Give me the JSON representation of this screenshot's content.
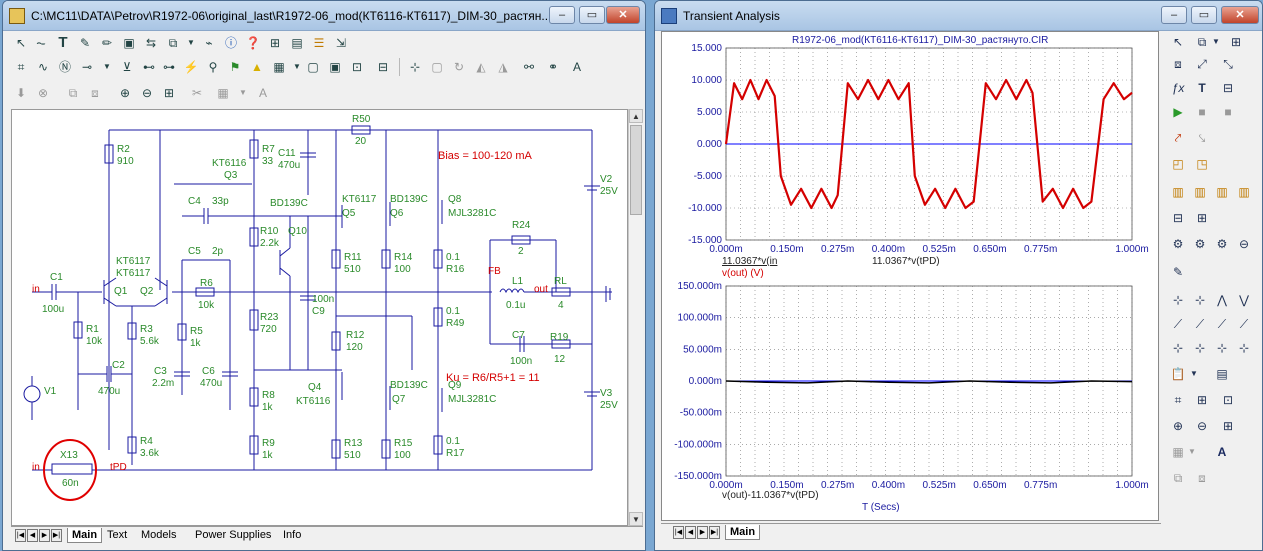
{
  "schematic_window": {
    "title": "C:\\MC11\\DATA\\Petrov\\R1972-06\\original_last\\R1972-06_mod(КТ6116-КТ6117)_DIM-30_растян...",
    "tabs": [
      "Main",
      "Text",
      "Models",
      "Power Supplies",
      "Info"
    ],
    "active_tab": "Main",
    "components": {
      "R2": "R2",
      "R2v": "910",
      "R7": "R7",
      "R7v": "33",
      "C11": "C11",
      "C11v": "470u",
      "R50": "R50",
      "R50v": "20",
      "KT6116a": "KT6116",
      "Q3": "Q3",
      "C4": "C4",
      "C4v": "33p",
      "BD139Ca": "BD139C",
      "KT6117a": "KT6117",
      "Q5": "Q5",
      "Q6": "Q6",
      "BD139Cb": "BD139C",
      "Q8": "Q8",
      "MJL3281Ca": "MJL3281C",
      "bias": "Bias = 100-120 mA",
      "V2": "V2",
      "V2v": "25V",
      "R10": "R10",
      "R10v": "2.2k",
      "Q10": "Q10",
      "C5": "C5",
      "C5v": "2p",
      "R24": "R24",
      "R24v": "2",
      "KT6117b": "KT6117",
      "KT6117c": "KT6117",
      "R11": "R11",
      "R11v": "510",
      "R14": "R14",
      "R14v": "100",
      "R16v": "0.1",
      "R16": "R16",
      "FB": "FB",
      "C1": "C1",
      "C1v": "100u",
      "in": "in",
      "Q1": "Q1",
      "Q2": "Q2",
      "R6": "R6",
      "R6v": "10k",
      "L1": "L1",
      "L1v": "0.1u",
      "out": "out",
      "RL": "RL",
      "RLv": "4",
      "R1": "R1",
      "R1v": "10k",
      "R3": "R3",
      "R3v": "5.6k",
      "R5": "R5",
      "R5v": "1k",
      "R23": "R23",
      "R23v": "720",
      "C9v": "100n",
      "C9": "C9",
      "R49v": "0.1",
      "R49": "R49",
      "R12": "R12",
      "R12v": "120",
      "C7": "C7",
      "C7v": "100n",
      "R19": "R19",
      "R19v": "12",
      "C2": "C2",
      "C2v": "470u",
      "C3": "C3",
      "C3v": "2.2m",
      "C6": "C6",
      "C6v": "470u",
      "V1": "V1",
      "Q4": "Q4",
      "KT6116b": "KT6116",
      "BD139Cc": "BD139C",
      "Q7": "Q7",
      "Q9": "Q9",
      "MJL3281Cb": "MJL3281C",
      "ku": "Ku = R6/R5+1 = 11",
      "V3": "V3",
      "V3v": "25V",
      "R8": "R8",
      "R8v": "1k",
      "R4": "R4",
      "R4v": "3.6k",
      "R9": "R9",
      "R9v": "1k",
      "R13": "R13",
      "R13v": "510",
      "R15": "R15",
      "R15v": "100",
      "R17v": "0.1",
      "R17": "R17",
      "X13": "X13",
      "X13v": "60n",
      "in2": "in",
      "tPD": "tPD"
    }
  },
  "transient_window": {
    "title": "Transient Analysis",
    "tabs": [
      "Main"
    ],
    "active_tab": "Main",
    "plot_title": "R1972-06_mod(КТ6116-КТ6117)_DIM-30_растянуто.CIR",
    "top_plot": {
      "y_ticks": [
        "15.000",
        "10.000",
        "5.000",
        "0.000",
        "-5.000",
        "-10.000",
        "-15.000"
      ],
      "x_ticks": [
        "0.000m",
        "0.150m",
        "0.275m",
        "0.400m",
        "0.525m",
        "0.650m",
        "0.775m",
        "1.000m"
      ],
      "readout_left": "11.0367*v(in",
      "readout_right": "11.0367*v(tPD)",
      "trace_label": "v(out) (V)"
    },
    "bottom_plot": {
      "y_ticks": [
        "150.000m",
        "100.000m",
        "50.000m",
        "0.000m",
        "-50.000m",
        "-100.000m",
        "-150.000m"
      ],
      "x_ticks": [
        "0.000m",
        "0.150m",
        "0.275m",
        "0.400m",
        "0.525m",
        "0.650m",
        "0.775m",
        "1.000m"
      ],
      "trace_label": "v(out)-11.0367*v(tPD)",
      "x_axis_label": "T (Secs)"
    },
    "colors": {
      "trace_red": "#d40000",
      "trace_blue": "#0000cc",
      "zero_line": "#0000ff",
      "diff_trace": "#000000"
    }
  },
  "chart_data": [
    {
      "type": "line",
      "title": "R1972-06_mod(КТ6116-КТ6117)_DIM-30_растянуто.CIR",
      "xlabel": "",
      "ylabel": "v(out) (V)",
      "xlim": [
        0,
        1.0
      ],
      "ylim": [
        -15,
        15
      ],
      "x_unit": "ms",
      "series": [
        {
          "name": "v(out) (V)",
          "x": [
            0.0,
            0.02,
            0.04,
            0.06,
            0.08,
            0.1,
            0.12,
            0.135,
            0.16,
            0.185,
            0.21,
            0.235,
            0.26,
            0.275,
            0.3,
            0.325,
            0.35,
            0.375,
            0.4,
            0.425,
            0.45,
            0.465,
            0.49,
            0.515,
            0.54,
            0.565,
            0.59,
            0.61,
            0.64,
            0.665,
            0.69,
            0.715,
            0.74,
            0.755,
            0.78,
            0.805,
            0.83,
            0.855,
            0.88,
            0.9,
            0.93,
            0.955,
            0.98,
            1.0
          ],
          "y": [
            0.0,
            9.5,
            7.0,
            10.0,
            7.0,
            10.0,
            7.5,
            -5.0,
            -9.5,
            -7.0,
            -10.0,
            -7.0,
            -10.0,
            -8.0,
            9.5,
            7.0,
            10.0,
            7.0,
            10.0,
            7.0,
            9.5,
            -5.0,
            -9.5,
            -7.0,
            -10.0,
            -7.0,
            -10.0,
            -9.0,
            9.5,
            7.0,
            10.0,
            7.0,
            10.0,
            8.0,
            -9.0,
            -7.0,
            -10.0,
            -7.0,
            -10.0,
            -9.0,
            7.0,
            9.5,
            7.0,
            8.0
          ]
        }
      ]
    },
    {
      "type": "line",
      "xlabel": "T (Secs)",
      "ylabel": "v(out)-11.0367*v(tPD)",
      "xlim": [
        0,
        1.0
      ],
      "ylim": [
        -0.15,
        0.15
      ],
      "series": [
        {
          "name": "v(out)-11.0367*v(tPD)",
          "x": [
            0.0,
            0.1,
            0.2,
            0.3,
            0.4,
            0.5,
            0.6,
            0.7,
            0.8,
            0.9,
            1.0
          ],
          "y": [
            0.0,
            -0.002,
            -0.003,
            0.0,
            -0.002,
            -0.003,
            0.0,
            -0.002,
            -0.003,
            0.0,
            -0.001
          ]
        }
      ]
    }
  ]
}
